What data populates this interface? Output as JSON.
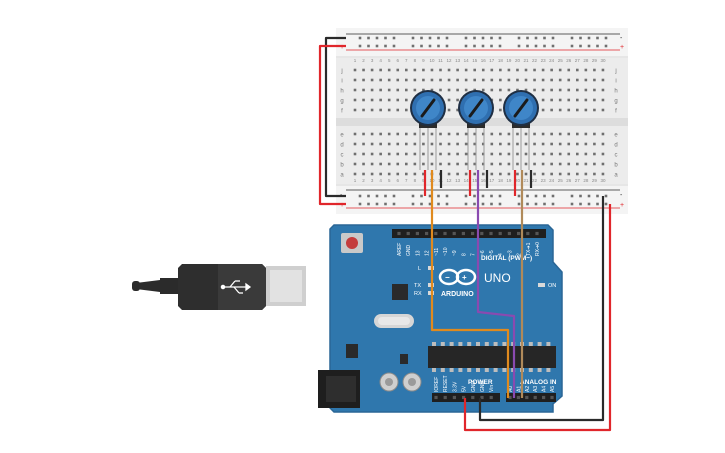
{
  "board": {
    "digital_label": "DIGITAL (PWM~)",
    "brand": "ARDUINO",
    "model": "UNO",
    "on_label": "ON",
    "l_label": "L",
    "tx_label": "TX",
    "rx_label": "RX",
    "power_label": "POWER",
    "analog_label": "ANALOG IN",
    "digital_pins": [
      "AREF",
      "GND",
      "13",
      "12",
      "~11",
      "~10",
      "~9",
      "8",
      "7",
      "~6",
      "~5",
      "4",
      "~3",
      "2",
      "TX➔1",
      "RX➔0"
    ],
    "power_pins": [
      "IOREF",
      "RESET",
      "3.3V",
      "5V",
      "GND",
      "GND",
      "Vin"
    ],
    "analog_pins": [
      "A0",
      "A1",
      "A2",
      "A3",
      "A4",
      "A5"
    ]
  },
  "breadboard": {
    "row_letters_top": [
      "j",
      "i",
      "h",
      "g",
      "f"
    ],
    "row_letters_bottom": [
      "e",
      "d",
      "c",
      "b",
      "a"
    ],
    "column_count": 30,
    "rail_plus": "+",
    "rail_minus": "-"
  },
  "potentiometers": [
    {
      "id": "pot-1"
    },
    {
      "id": "pot-2"
    },
    {
      "id": "pot-3"
    }
  ],
  "colors": {
    "wire_red": "#e0262b",
    "wire_black": "#2a2a2a",
    "wire_orange": "#e08a1e",
    "wire_purple": "#8a4ab0",
    "wire_brown": "#b08a5a",
    "board_blue": "#2f77ad",
    "knob_blue": "#2f6fb0"
  }
}
